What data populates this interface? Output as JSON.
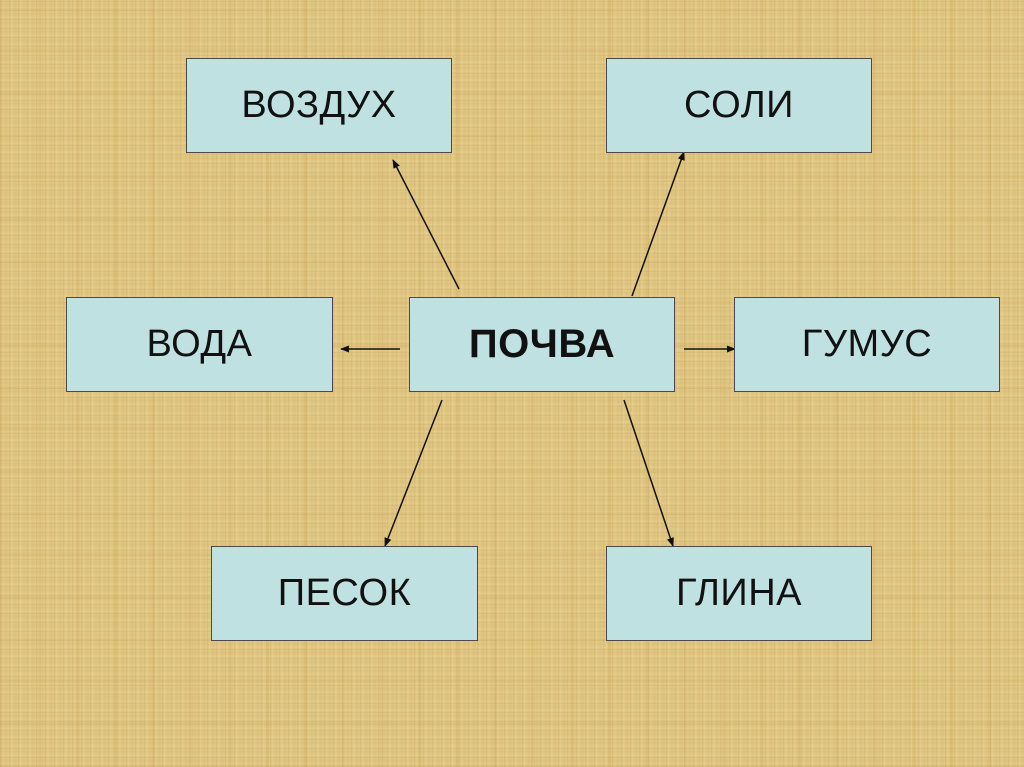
{
  "diagram": {
    "center": "ПОЧВА",
    "nodes": {
      "air": "ВОЗДУХ",
      "salts": "СОЛИ",
      "water": "ВОДА",
      "humus": "ГУМУС",
      "sand": "ПЕСОК",
      "clay": "ГЛИНА"
    },
    "edges": [
      {
        "from": "ПОЧВА",
        "to": "ВОЗДУХ"
      },
      {
        "from": "ПОЧВА",
        "to": "СОЛИ"
      },
      {
        "from": "ПОЧВА",
        "to": "ВОДА"
      },
      {
        "from": "ПОЧВА",
        "to": "ГУМУС"
      },
      {
        "from": "ПОЧВА",
        "to": "ПЕСОК"
      },
      {
        "from": "ПОЧВА",
        "to": "ГЛИНА"
      }
    ],
    "colors": {
      "box_fill": "#bfe1e1",
      "box_border": "#4a4a4a",
      "background": "#e2c985",
      "arrow": "#111111"
    }
  }
}
